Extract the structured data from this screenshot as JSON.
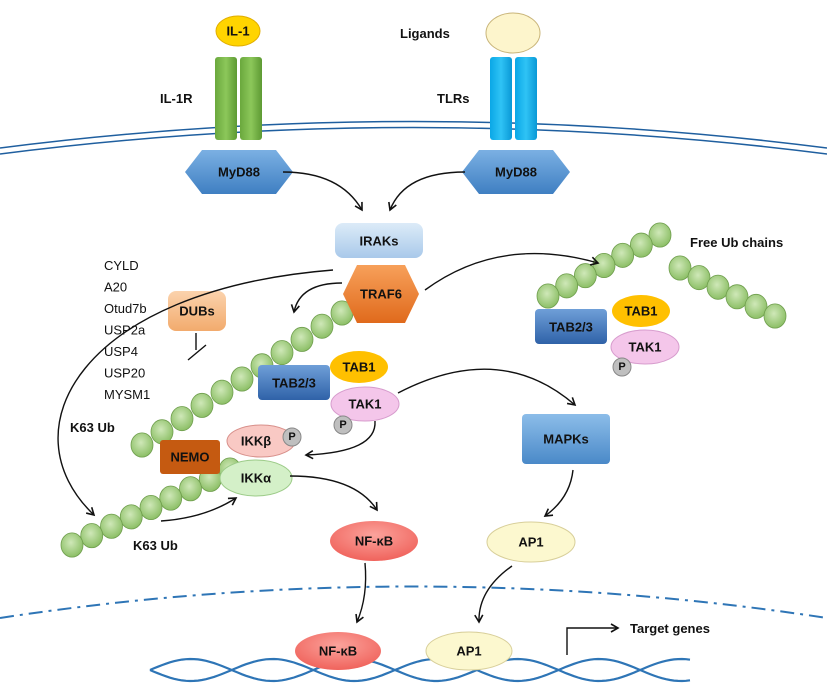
{
  "receptors": {
    "il1": "IL-1",
    "il1r": "IL-1R",
    "ligands": "Ligands",
    "tlrs": "TLRs",
    "myd88_left": "MyD88",
    "myd88_right": "MyD88"
  },
  "signaling": {
    "irak": "IRAKs",
    "traf6": "TRAF6",
    "dubs": "DUBs",
    "tab23": "TAB2/3",
    "tab1": "TAB1",
    "tak1": "TAK1",
    "p": "P",
    "nemo": "NEMO",
    "ikkb": "IKKβ",
    "ikka": "IKKα",
    "mapks": "MAPKs",
    "nfkb": "NF-κB",
    "ap1": "AP1"
  },
  "free_complex": {
    "tab23": "TAB2/3",
    "tab1": "TAB1",
    "tak1": "TAK1",
    "p": "P"
  },
  "nucleus": {
    "nfkb": "NF-κB",
    "ap1": "AP1",
    "target_genes": "Target genes"
  },
  "ub_labels": {
    "free": "Free Ub chains",
    "k63_upper": "K63 Ub",
    "k63_lower": "K63 Ub"
  },
  "dub_list": [
    "CYLD",
    "A20",
    "Otud7b",
    "USP2a",
    "USP4",
    "USP20",
    "MYSM1"
  ],
  "colors": {
    "receptor_green": "#7ab648",
    "tlr_blue": "#16b6ef",
    "myd88_blue": "#5b9bd5",
    "traf6_orange": "#ed7d31",
    "ub_green": "#a9d18e",
    "tab1_yellow": "#ffc000",
    "tak1_pink": "#f4c6ea",
    "nemo_brown": "#c55a11",
    "nfkb_red": "#f4766f",
    "ap1_cream": "#fcf8cf",
    "membrane_blue": "#1f5f9f",
    "dna_blue": "#2e75b6"
  }
}
